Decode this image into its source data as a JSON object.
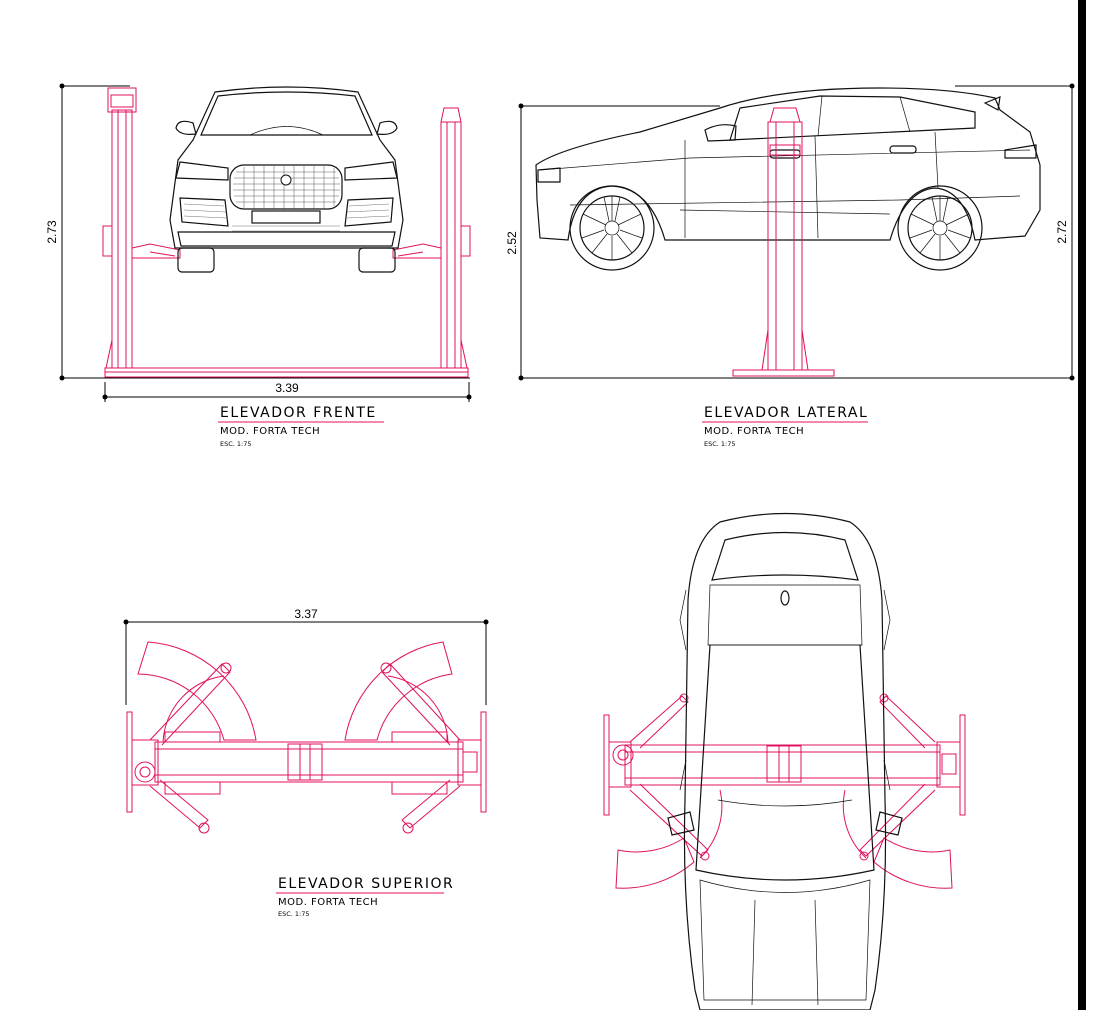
{
  "colors": {
    "lift": "#e0115f",
    "ink": "#000000"
  },
  "views": {
    "front": {
      "title": "ELEVADOR FRENTE",
      "model": "MOD. FORTA TECH",
      "scale": "ESC. 1:75",
      "height_dim": "2.73",
      "width_dim": "3.39"
    },
    "side": {
      "title": "ELEVADOR LATERAL",
      "model": "MOD. FORTA TECH",
      "scale": "ESC. 1:75",
      "car_height_dim": "2.52",
      "total_height_dim": "2.72"
    },
    "top": {
      "title": "ELEVADOR SUPERIOR",
      "model": "MOD. FORTA TECH",
      "scale": "ESC. 1:75",
      "width_dim": "3.37"
    }
  }
}
